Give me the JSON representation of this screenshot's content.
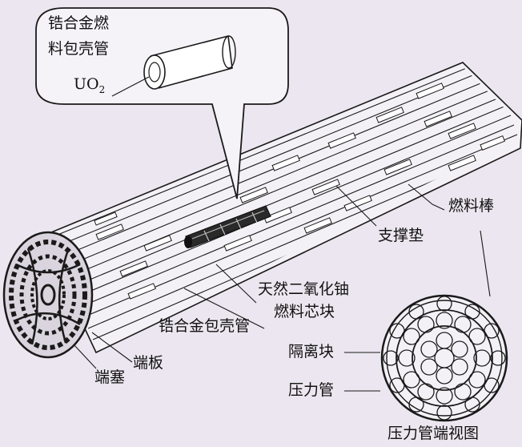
{
  "labels": {
    "callout_line1": "锆合金燃",
    "callout_line2": "料包壳管",
    "uo2_main": "UO",
    "uo2_sub": "2",
    "fuel_rod": "燃料棒",
    "spacer_pad": "支撑垫",
    "pellet_line1": "天然二氧化铀",
    "pellet_line2": "燃料芯块",
    "cladding": "锆合金包壳管",
    "end_plate": "端板",
    "end_plug": "端塞",
    "separator_block": "隔离块",
    "pressure_tube": "压力管",
    "end_view_caption": "压力管端视图"
  },
  "colors": {
    "background": "#ebe6ef",
    "rod_fill": "#f4f1f6",
    "stroke": "#1a1a1a"
  }
}
